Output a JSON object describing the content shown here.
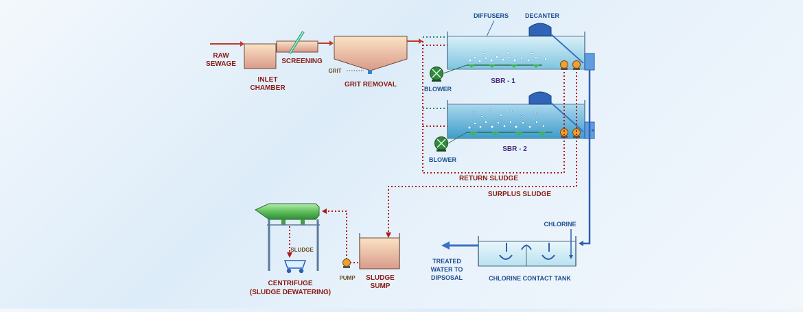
{
  "labels": {
    "raw_sewage_line1": "RAW",
    "raw_sewage_line2": "SEWAGE",
    "inlet_chamber_line1": "INLET",
    "inlet_chamber_line2": "CHAMBER",
    "screening": "SCREENING",
    "grit": "GRIT",
    "grit_removal": "GRIT REMOVAL",
    "diffusers": "DIFFUSERS",
    "decanter": "DECANTER",
    "blower": "BLOWER",
    "sbr1": "SBR - 1",
    "sbr2": "SBR - 2",
    "return_sludge": "RETURN SLUDGE",
    "surplus_sludge": "SURPLUS SLUDGE",
    "chlorine": "CHLORINE",
    "treated_line1": "TREATED",
    "treated_line2": "WATER TO",
    "treated_line3": "DIPSOSAL",
    "chlorine_contact_tank": "CHLORINE CONTACT TANK",
    "sludge": "SLUDGE",
    "pump": "PUMP",
    "sludge_sump_line1": "SLUDGE",
    "sludge_sump_line2": "SUMP",
    "centrifuge_line1": "CENTRIFUGE",
    "centrifuge_line2": "(SLUDGE DEWATERING)"
  },
  "colors": {
    "label_red": "#8a1a12",
    "label_blue": "#1f4f8f",
    "label_purple": "#4b2a7c",
    "dotted_line": "#b01818",
    "water": "#7ec4e0",
    "sludge_tank_top": "#f4d2a8",
    "blower_green": "#2f8a3a",
    "pump_orange": "#e8901e"
  }
}
